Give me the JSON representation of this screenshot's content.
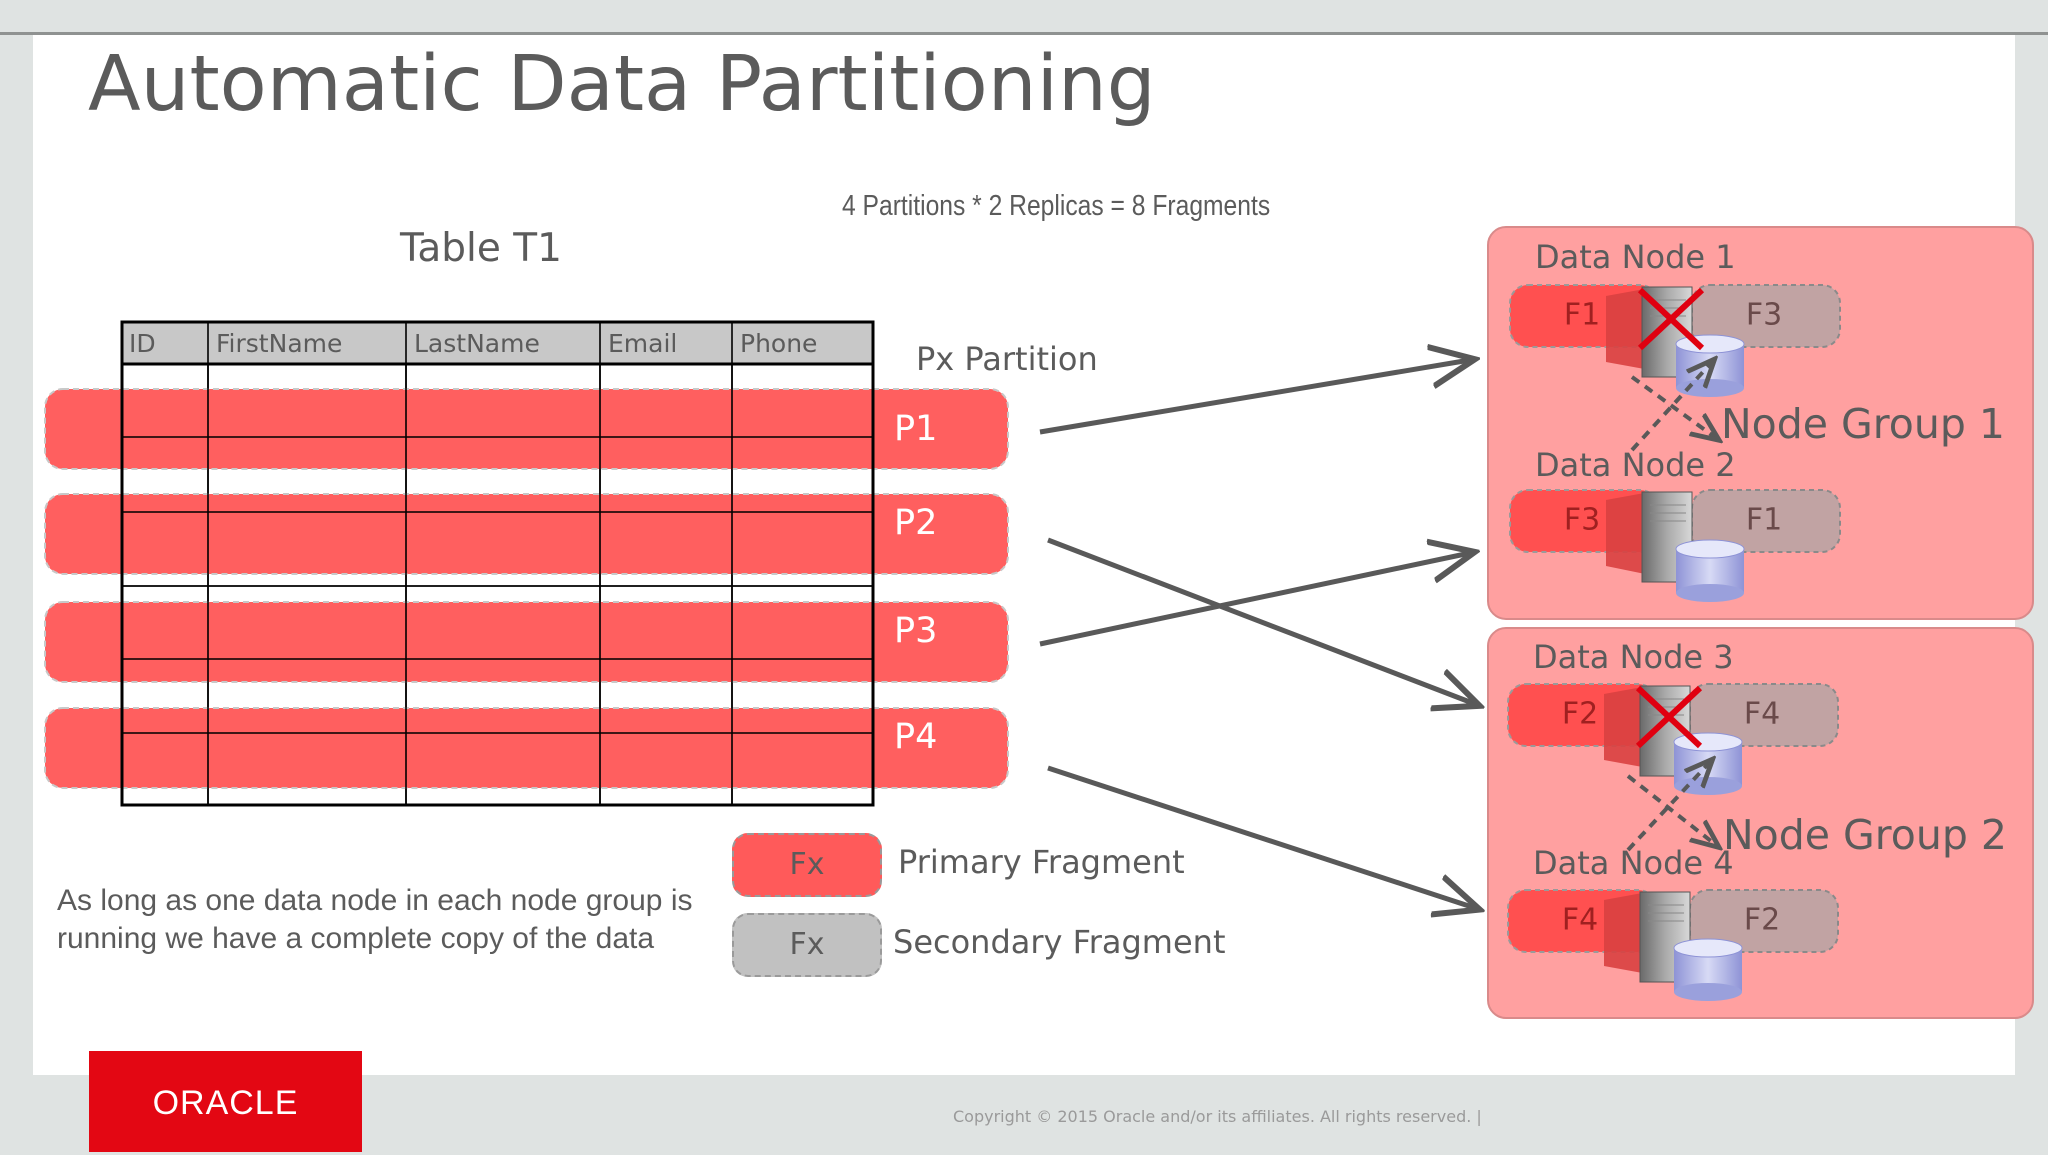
{
  "slide": {
    "title": "Automatic Data Partitioning",
    "formula": "4 Partitions * 2 Replicas = 8 Fragments"
  },
  "table": {
    "title": "Table T1",
    "columns": [
      "ID",
      "FirstName",
      "LastName",
      "Email",
      "Phone"
    ]
  },
  "partitions": {
    "title": "Px   Partition",
    "labels": [
      "P1",
      "P2",
      "P3",
      "P4"
    ]
  },
  "node_groups": [
    {
      "label": "Node Group 1",
      "nodes": [
        {
          "name": "Data Node 1",
          "primary": "F1",
          "secondary": "F3",
          "failed": true
        },
        {
          "name": "Data Node 2",
          "primary": "F3",
          "secondary": "F1",
          "failed": false
        }
      ]
    },
    {
      "label": "Node Group 2",
      "nodes": [
        {
          "name": "Data Node 3",
          "primary": "F2",
          "secondary": "F4",
          "failed": true
        },
        {
          "name": "Data Node 4",
          "primary": "F4",
          "secondary": "F2",
          "failed": false
        }
      ]
    }
  ],
  "legend": {
    "primary": {
      "box": "Fx",
      "label": "Primary Fragment"
    },
    "secondary": {
      "box": "Fx",
      "label": "Secondary Fragment"
    }
  },
  "note": "As long as one data node in each node group is running we have a complete copy of the data",
  "footer": {
    "logo": "ORACLE",
    "copyright": "Copyright © 2015 Oracle and/or its affiliates. All rights reserved.  |"
  },
  "colors": {
    "primary": "#ff5a5a",
    "secondary": "#c1c1c1",
    "node_group_bg": "#ffa0a0",
    "failed_mark": "#e00010",
    "arrow": "#595959"
  }
}
